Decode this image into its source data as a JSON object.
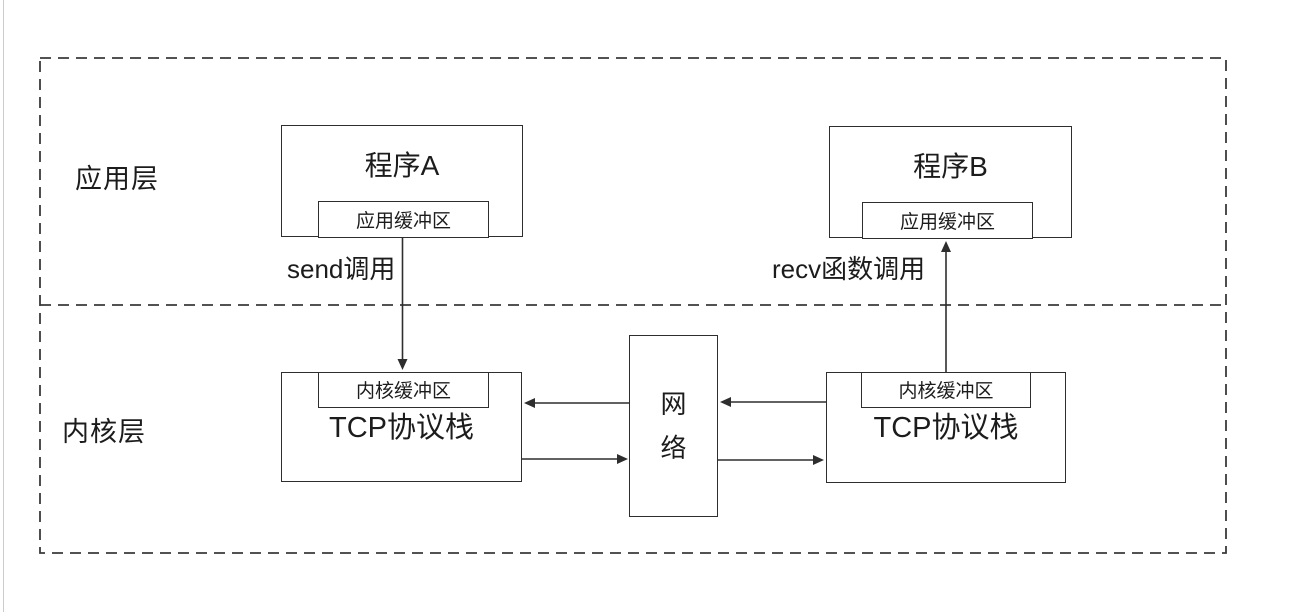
{
  "diagram": {
    "layers": {
      "application": "应用层",
      "kernel": "内核层"
    },
    "program_a": {
      "title": "程序A",
      "buffer": "应用缓冲区"
    },
    "program_b": {
      "title": "程序B",
      "buffer": "应用缓冲区"
    },
    "tcp_left": {
      "title": "TCP协议栈",
      "buffer": "内核缓冲区"
    },
    "tcp_right": {
      "title": "TCP协议栈",
      "buffer": "内核缓冲区"
    },
    "network": {
      "title": "网络"
    },
    "arrows": {
      "send": "send调用",
      "recv": "recv函数调用"
    },
    "colors": {
      "line": "#2e2e2e",
      "dash": "#3a3a3a",
      "text": "#1c1c1c",
      "background": "#ffffff"
    }
  }
}
